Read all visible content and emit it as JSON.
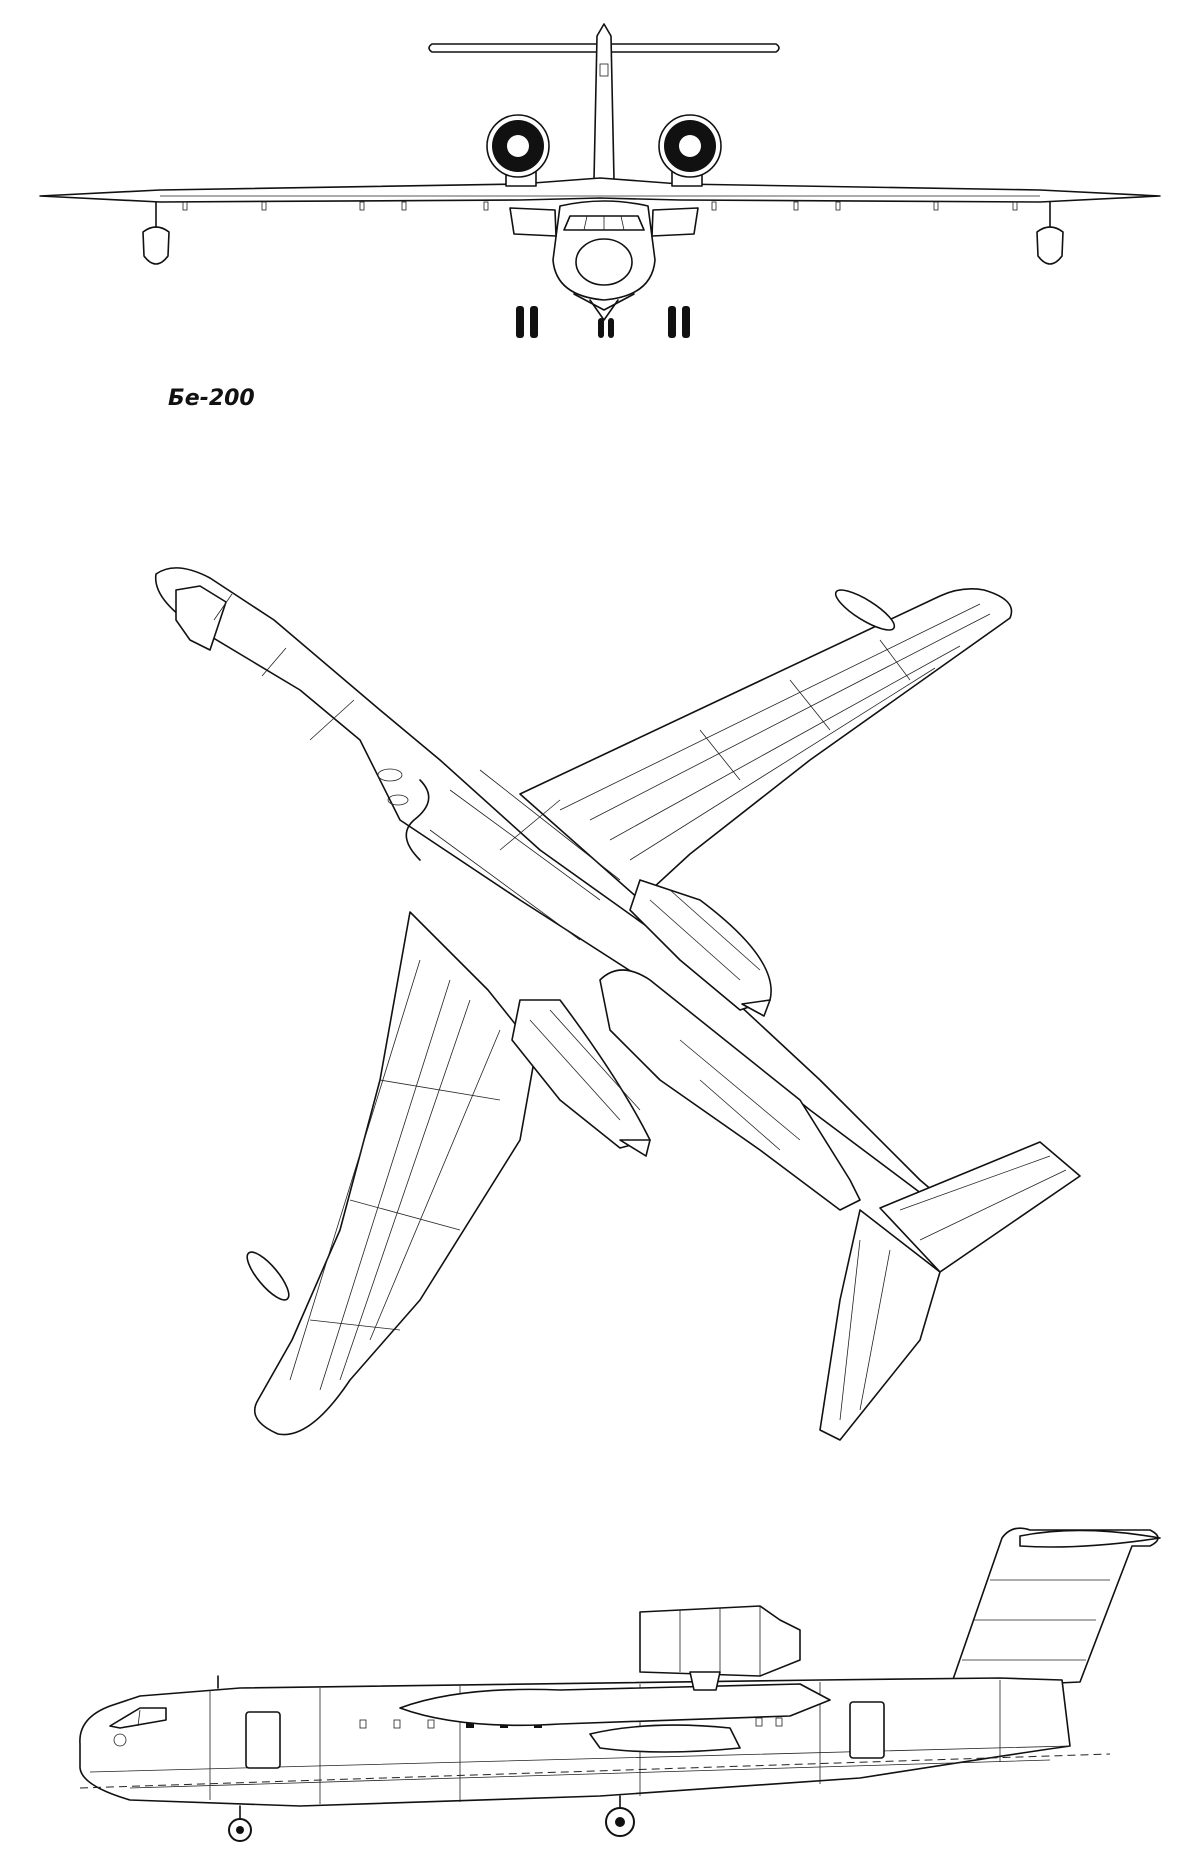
{
  "diagram": {
    "aircraft_label": "Бе-200",
    "views": [
      {
        "name": "front",
        "icon": "aircraft-front-view-icon"
      },
      {
        "name": "top",
        "icon": "aircraft-plan-view-icon"
      },
      {
        "name": "side",
        "icon": "aircraft-side-view-icon"
      }
    ]
  }
}
